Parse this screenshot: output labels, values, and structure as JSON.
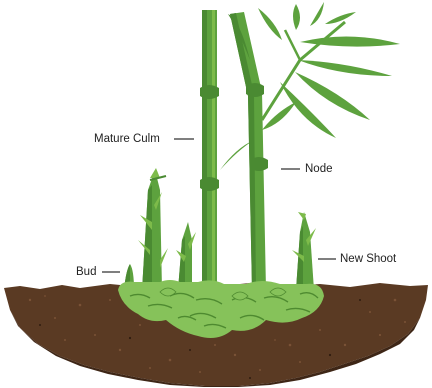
{
  "labels": {
    "mature_culm": "Mature Culm",
    "node": "Node",
    "bud": "Bud",
    "new_shoot": "New Shoot"
  },
  "colors": {
    "culm_dark": "#4a8a32",
    "culm_main": "#5da23e",
    "culm_light": "#7dbb4a",
    "rhizome": "#86c25a",
    "rhizome_line": "#4e8a30",
    "soil": "#5a3a23",
    "soil_dark": "#3e2616",
    "label_line": "#333333"
  }
}
